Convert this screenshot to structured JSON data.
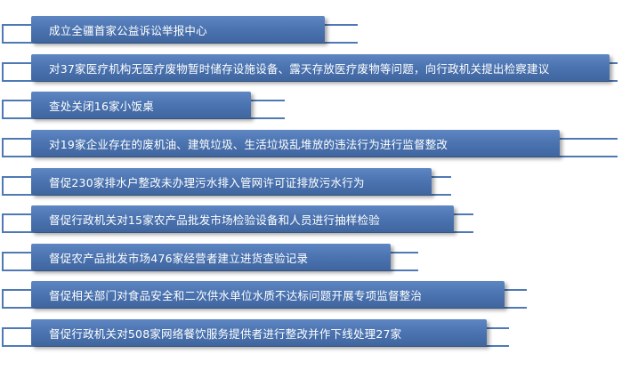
{
  "items": [
    {
      "text": "成立全疆首家公益诉讼举报中心"
    },
    {
      "text": "对37家医疗机构无医疗废物暂时储存设施设备、露天存放医疗废物等问题，向行政机关提出检察建议"
    },
    {
      "text": "查处关闭16家小饭桌"
    },
    {
      "text": "对19家企业存在的废机油、建筑垃圾、生活垃圾乱堆放的违法行为进行监督整改"
    },
    {
      "text": "督促230家排水户整改未办理污水排入管网许可证排放污水行为"
    },
    {
      "text": "督促行政机关对15家农产品批发市场检验设备和人员进行抽样检验"
    },
    {
      "text": "督促农产品批发市场476家经营者建立进货查验记录"
    },
    {
      "text": "督促相关部门对食品安全和二次供水单位水质不达标问题开展专项监督整治"
    },
    {
      "text": "督促行政机关对508家网络餐饮服务提供者进行整改并作下线处理27家"
    }
  ],
  "colors": {
    "bar": "#4a73b0",
    "bracket": "#4f79b5",
    "text": "#ffffff"
  }
}
